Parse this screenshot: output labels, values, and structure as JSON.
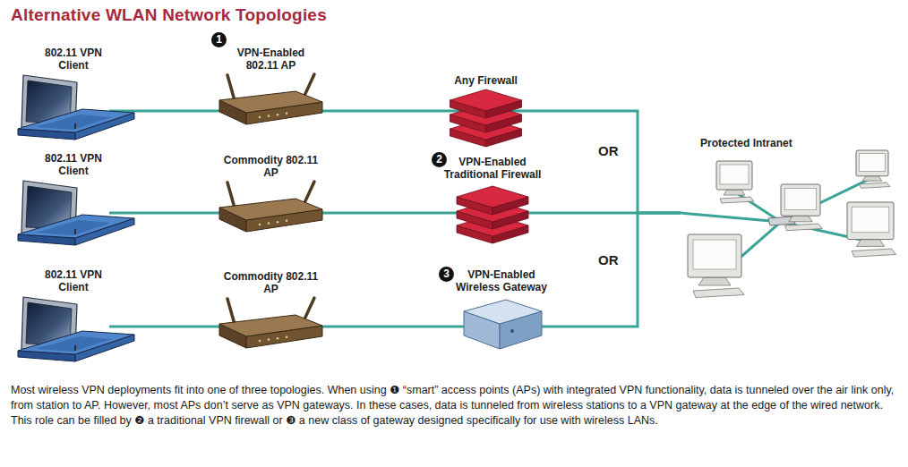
{
  "diagram": {
    "title": "Alternative WLAN Network Topologies",
    "caption": "Most wireless VPN deployments fit into one of three topologies. When using ❶ “smart” access points (APs) with integrated VPN functionality, data is tunneled over the air link only, from station to AP. However, most APs don’t serve as VPN gateways. In these cases, data is tunneled from wireless stations to a VPN gateway at the edge of the wired network. This role can be filled by ❷ a traditional VPN firewall or ❸ a new class of gateway designed specifically for use with wireless LANs.",
    "nodes": [
      {
        "text": [
          "802.11 VPN Client"
        ]
      },
      {
        "text": [
          "VPN-Enabled 802.11 AP"
        ]
      },
      {
        "text": [
          "Any Firewall"
        ]
      },
      {
        "text": [
          "802.11 VPN Client"
        ]
      },
      {
        "text": [
          "Commodity 802.11 AP"
        ]
      },
      {
        "text": [
          "VPN-Enabled Traditional Firewall"
        ]
      },
      {
        "text": [
          "802.11 VPN Client"
        ]
      },
      {
        "text": [
          "Commodity 802.11 AP"
        ]
      },
      {
        "text": [
          "VPN-Enabled Wireless Gateway"
        ]
      },
      {
        "text": [
          "Protected Intranet"
        ]
      }
    ],
    "edges": [
      {
        "from": 0,
        "to": 1,
        "arrow": "none"
      },
      {
        "from": 1,
        "to": 2,
        "arrow": "none"
      },
      {
        "from": 3,
        "to": 4,
        "arrow": "none"
      },
      {
        "from": 4,
        "to": 5,
        "arrow": "none"
      },
      {
        "from": 6,
        "to": 7,
        "arrow": "none"
      },
      {
        "from": 7,
        "to": 8,
        "arrow": "none"
      },
      {
        "from": 2,
        "to": 9,
        "arrow": "none"
      },
      {
        "from": 5,
        "to": 9,
        "arrow": "none"
      },
      {
        "from": 8,
        "to": 9,
        "arrow": "none"
      }
    ],
    "labels": [
      "1",
      "OR",
      "2",
      "OR",
      "3"
    ]
  }
}
